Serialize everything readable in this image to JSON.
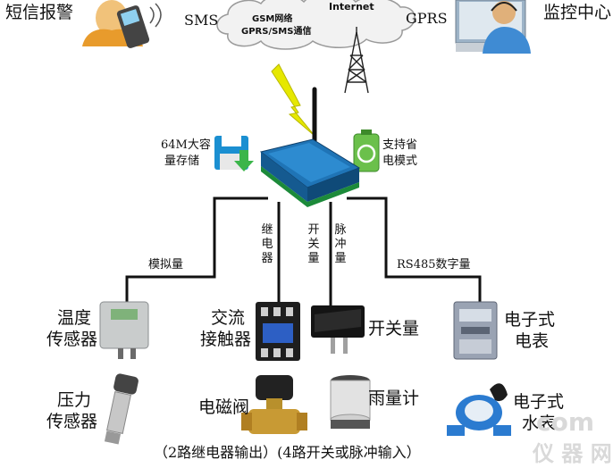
{
  "top": {
    "sms_alarm": "短信报警",
    "sms": "SMS",
    "cloud_line1": "GSM网络",
    "cloud_line2": "GPRS/SMS通信",
    "internet": "Internet",
    "gprs": "GPRS",
    "monitor_center": "监控中心"
  },
  "device": {
    "storage_line1": "64M大容",
    "storage_line2": "量存储",
    "power_line1": "支持省",
    "power_line2": "电模式"
  },
  "channels": {
    "analog": "模拟量",
    "relay": "继电器",
    "switch": "开关量",
    "pulse": "脉冲量",
    "rs485": "RS485数字量"
  },
  "sensors": {
    "temp_line1": "温度",
    "temp_line2": "传感器",
    "contactor_line1": "交流",
    "contactor_line2": "接触器",
    "switch_qty": "开关量",
    "meter_line1": "电子式",
    "meter_line2": "电表",
    "pressure_line1": "压力",
    "pressure_line2": "传感器",
    "valve": "电磁阀",
    "rain": "雨量计",
    "water_line1": "电子式",
    "water_line2": "水表"
  },
  "footer": "（2路继电器输出）(4路开关或脉冲输入）",
  "watermark": {
    "line1": "com",
    "line2": "仪 器 网"
  }
}
